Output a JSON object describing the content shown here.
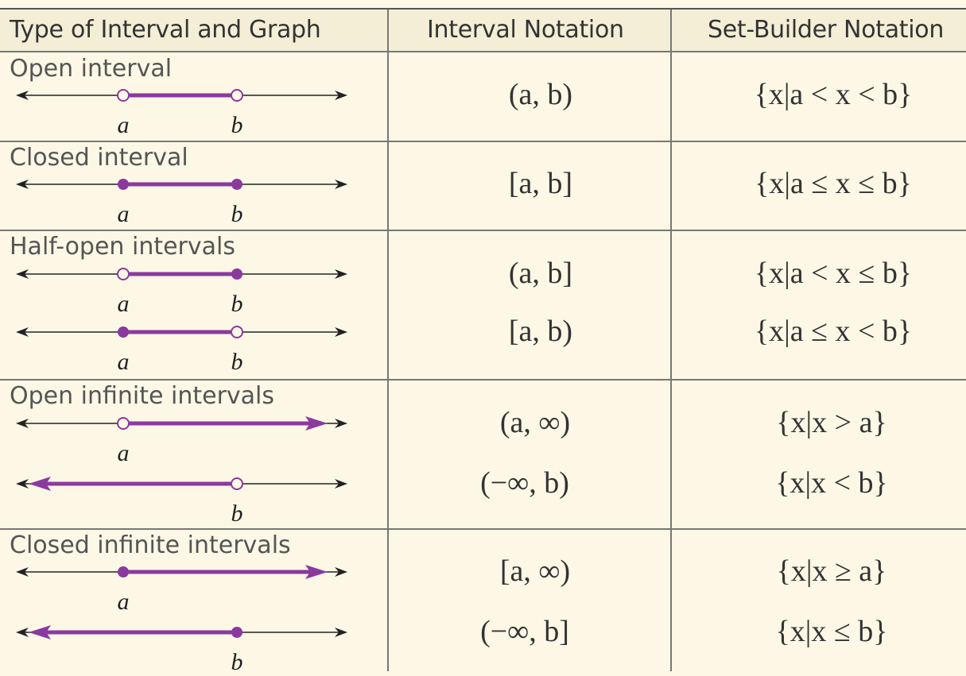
{
  "table": {
    "headers": [
      "Type of Interval and Graph",
      "Interval Notation",
      "Set-Builder Notation"
    ],
    "sections": [
      {
        "label": "Open interval",
        "rows": [
          {
            "interval": "(a, b)",
            "setbuilder": "{x|a < x < b}",
            "graph": {
              "left_label": "a",
              "right_label": "b",
              "left_endpoint": "open",
              "right_endpoint": "open"
            }
          }
        ]
      },
      {
        "label": "Closed interval",
        "rows": [
          {
            "interval": "[a, b]",
            "setbuilder": "{x|a ≤ x ≤ b}",
            "graph": {
              "left_label": "a",
              "right_label": "b",
              "left_endpoint": "closed",
              "right_endpoint": "closed"
            }
          }
        ]
      },
      {
        "label": "Half-open intervals",
        "rows": [
          {
            "interval": "(a, b]",
            "setbuilder": "{x|a < x ≤ b}",
            "graph": {
              "left_label": "a",
              "right_label": "b",
              "left_endpoint": "open",
              "right_endpoint": "closed"
            }
          },
          {
            "interval": "[a, b)",
            "setbuilder": "{x|a ≤ x < b}",
            "graph": {
              "left_label": "a",
              "right_label": "b",
              "left_endpoint": "closed",
              "right_endpoint": "open"
            }
          }
        ]
      },
      {
        "label": "Open infinite intervals",
        "rows": [
          {
            "interval": "(a, ∞)",
            "setbuilder": "{x|x > a}",
            "graph": {
              "left_label": "a",
              "left_endpoint": "open",
              "right_endpoint": "infinite"
            }
          },
          {
            "interval": "(−∞, b)",
            "setbuilder": "{x|x < b}",
            "graph": {
              "right_label": "b",
              "left_endpoint": "infinite",
              "right_endpoint": "open"
            }
          }
        ]
      },
      {
        "label": "Closed infinite intervals",
        "rows": [
          {
            "interval": "[a, ∞)",
            "setbuilder": "{x|x ≥ a}",
            "graph": {
              "left_label": "a",
              "left_endpoint": "closed",
              "right_endpoint": "infinite"
            }
          },
          {
            "interval": "(−∞, b]",
            "setbuilder": "{x|x ≤ b}",
            "graph": {
              "right_label": "b",
              "left_endpoint": "infinite",
              "right_endpoint": "closed"
            }
          }
        ]
      }
    ]
  },
  "colors": {
    "interval_line": "#8a3a9e",
    "axis_line": "#222222",
    "background": "#fdf7e6",
    "header_background": "#f4eed6",
    "grid_line": "#777777"
  }
}
